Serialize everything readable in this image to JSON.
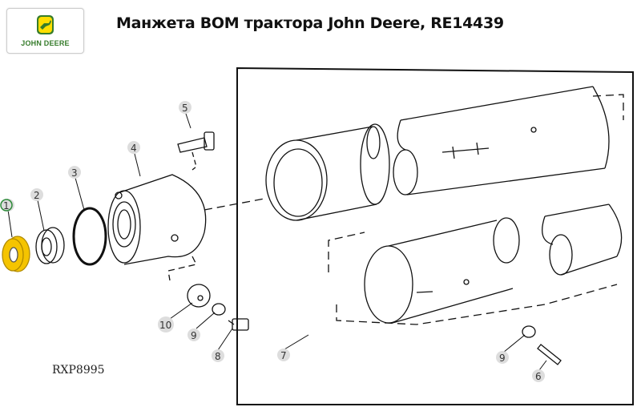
{
  "logo": {
    "text": "JOHN DEERE"
  },
  "title": "Манжета ВОМ трактора John Deere, RE14439",
  "diagram": {
    "code": "RXP8995",
    "highlight_color": "#f5c400",
    "selected_ring_color": "#2e8b3a",
    "callouts": [
      "1",
      "2",
      "3",
      "4",
      "5",
      "6",
      "7",
      "8",
      "9",
      "9",
      "10"
    ]
  }
}
